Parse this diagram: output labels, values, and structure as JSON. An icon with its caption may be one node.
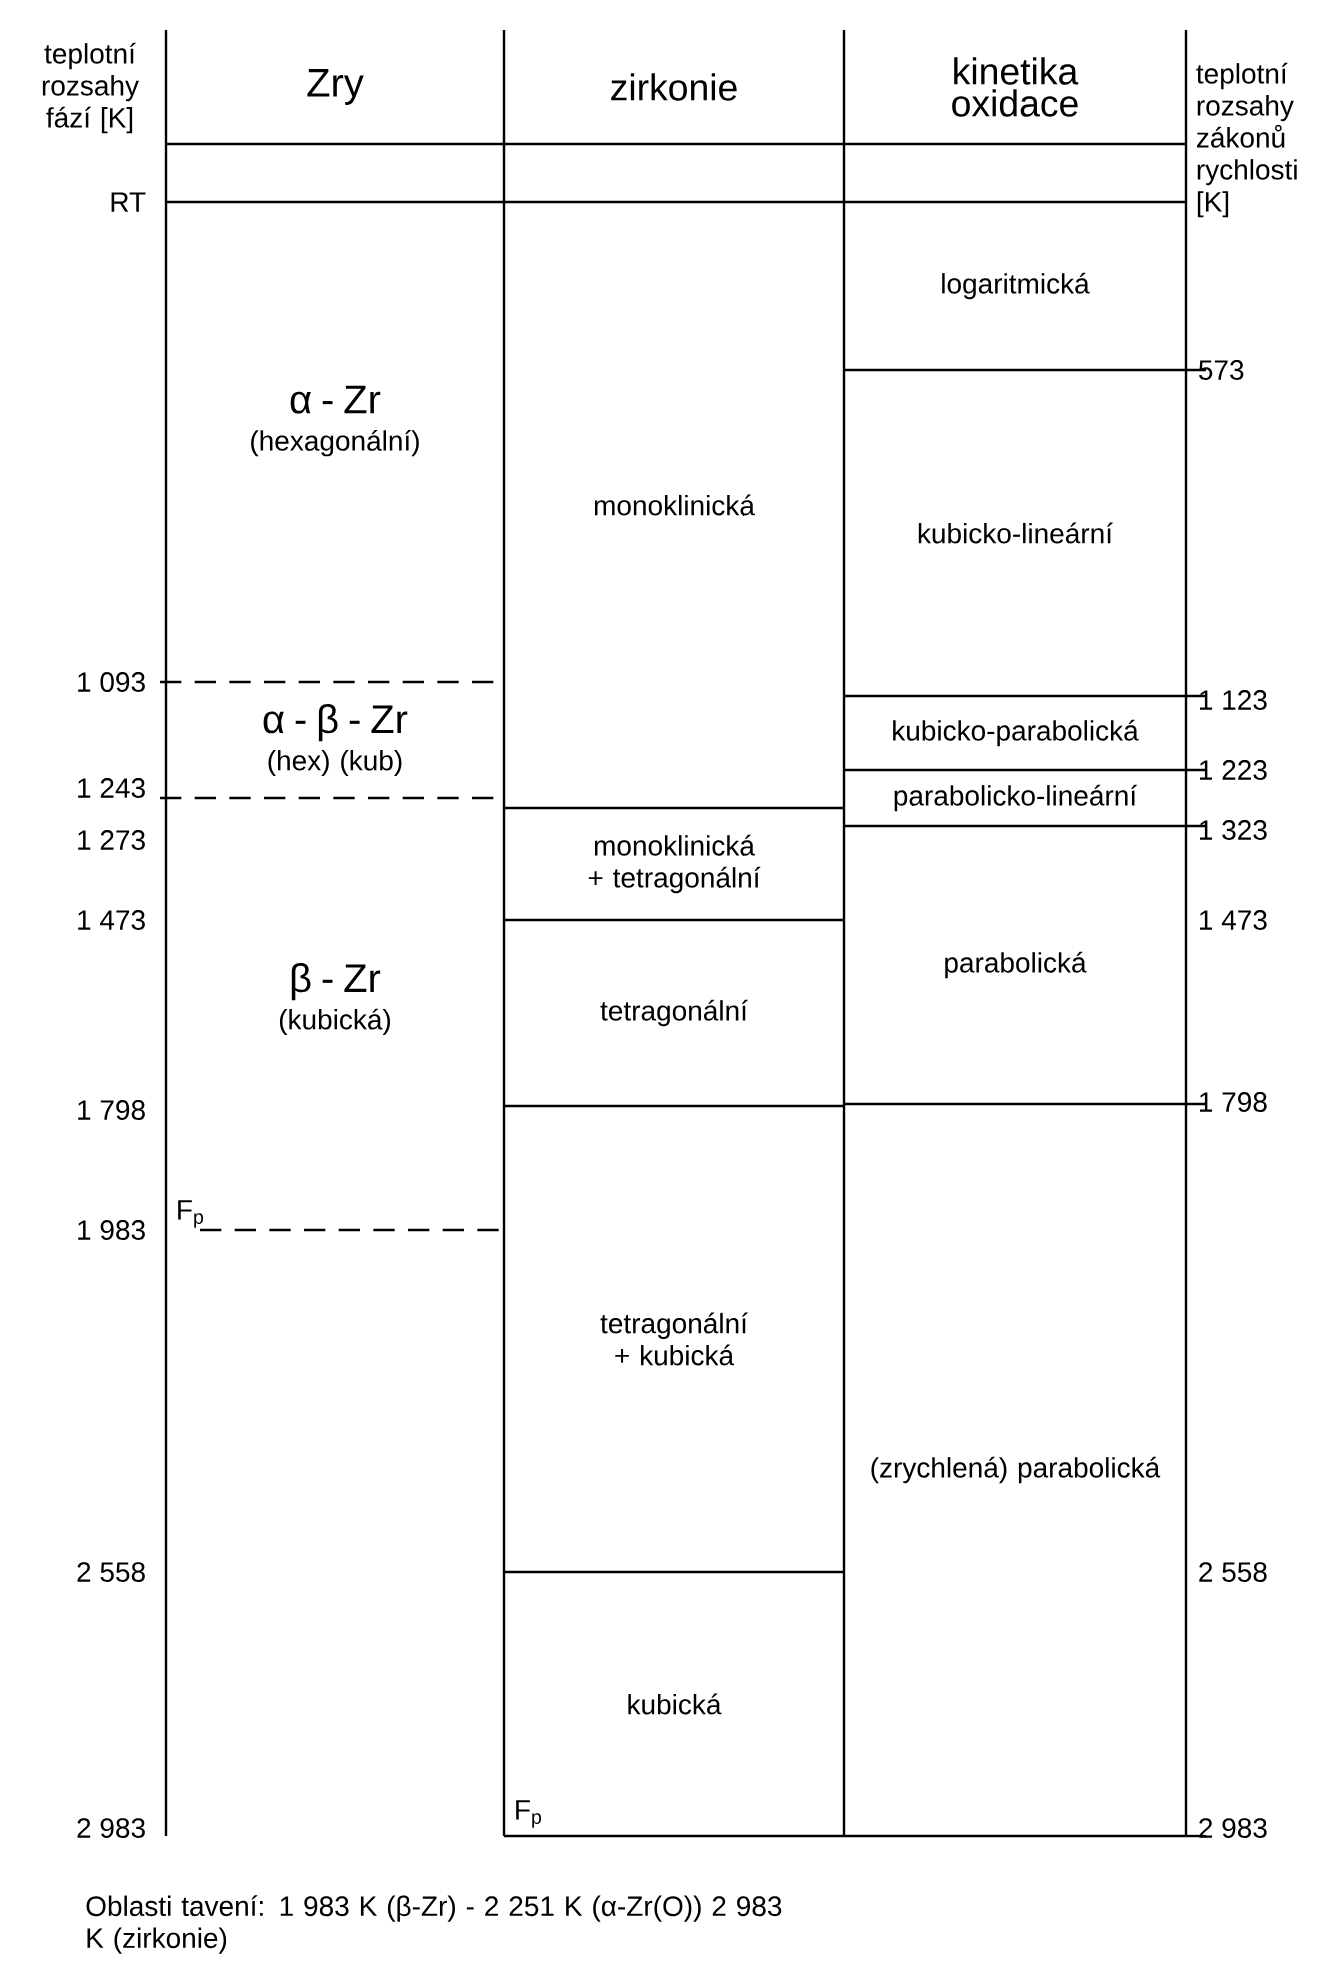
{
  "diagram": {
    "caption": "Oblasti tavení: 1 983 K (β-Zr) - 2 251 K (α-Zr(O)) 2 983 K (zirkonie)",
    "nodes": [
      {
        "text": [
          "Zry"
        ]
      },
      {
        "text": [
          "zirkonie"
        ]
      },
      {
        "text": [
          "kinetika oxidace"
        ]
      },
      {
        "text": [
          "α - Zr",
          "(hexagonální)"
        ]
      },
      {
        "text": [
          "α - β - Zr",
          "(hex) (kub)"
        ]
      },
      {
        "text": [
          "β - Zr",
          "(kubická)"
        ]
      },
      {
        "text": [
          "monoklinická"
        ]
      },
      {
        "text": [
          "monoklinická + tetragonální"
        ]
      },
      {
        "text": [
          "tetragonální"
        ]
      },
      {
        "text": [
          "tetragonální + kubická"
        ]
      },
      {
        "text": [
          "kubická"
        ]
      },
      {
        "text": [
          "logaritmická"
        ]
      },
      {
        "text": [
          "kubicko-lineární"
        ]
      },
      {
        "text": [
          "kubicko-parabolická"
        ]
      },
      {
        "text": [
          "parabolicko-lineární"
        ]
      },
      {
        "text": [
          "parabolická"
        ]
      },
      {
        "text": [
          "(zrychlená) parabolická"
        ]
      }
    ],
    "labels": [
      "teplotní rozsahy fází [K]",
      "teplotní rozsahy zákonů rychlosti [K]",
      "RT",
      "1 093",
      "1 243",
      "1 273",
      "1 473",
      "1 798",
      "1 983",
      "2 558",
      "2 983",
      "573",
      "1 123",
      "1 223",
      "1 323",
      "1 473",
      "1 798",
      "2 558",
      "2 983",
      "F$_{p}$",
      "F$_{p}$"
    ]
  }
}
